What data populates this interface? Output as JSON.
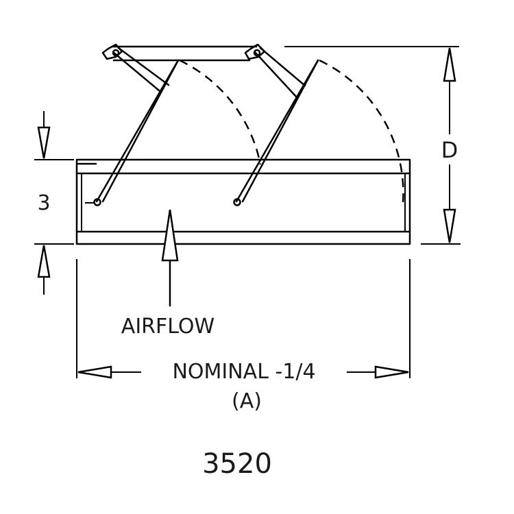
{
  "labels": {
    "dimension_d": "D",
    "dimension_3": "3",
    "airflow": "AIRFLOW",
    "nominal": "NOMINAL -1/4",
    "dimension_a": "(A)",
    "model_number": "3520"
  }
}
